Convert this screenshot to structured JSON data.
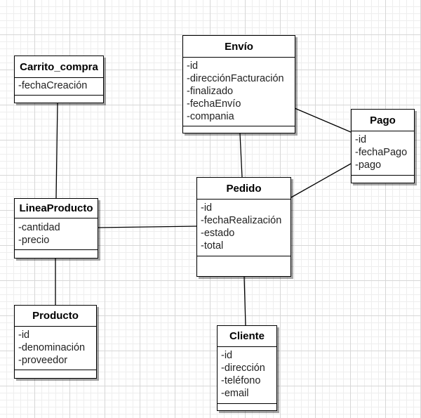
{
  "classes": {
    "carrito": {
      "name": "Carrito_compra",
      "attributes": [
        "-fechaCreación"
      ]
    },
    "envio": {
      "name": "Envío",
      "attributes": [
        "-id",
        "-direcciónFacturación",
        "-finalizado",
        "-fechaEnvío",
        "-compania"
      ]
    },
    "pago": {
      "name": "Pago",
      "attributes": [
        "-id",
        "-fechaPago",
        "-pago"
      ]
    },
    "pedido": {
      "name": "Pedido",
      "attributes": [
        "-id",
        "-fechaRealización",
        "-estado",
        "-total"
      ]
    },
    "lineaproducto": {
      "name": "LineaProducto",
      "attributes": [
        "-cantidad",
        "-precio"
      ]
    },
    "producto": {
      "name": "Producto",
      "attributes": [
        "-id",
        "-denominación",
        "-proveedor"
      ]
    },
    "cliente": {
      "name": "Cliente",
      "attributes": [
        "-id",
        "-dirección",
        "-teléfono",
        "-email"
      ]
    }
  },
  "associations": [
    {
      "from": "Carrito_compra",
      "to": "LineaProducto"
    },
    {
      "from": "LineaProducto",
      "to": "Producto"
    },
    {
      "from": "LineaProducto",
      "to": "Pedido"
    },
    {
      "from": "Envío",
      "to": "Pedido"
    },
    {
      "from": "Envío",
      "to": "Pago"
    },
    {
      "from": "Pedido",
      "to": "Pago"
    },
    {
      "from": "Pedido",
      "to": "Cliente"
    }
  ]
}
